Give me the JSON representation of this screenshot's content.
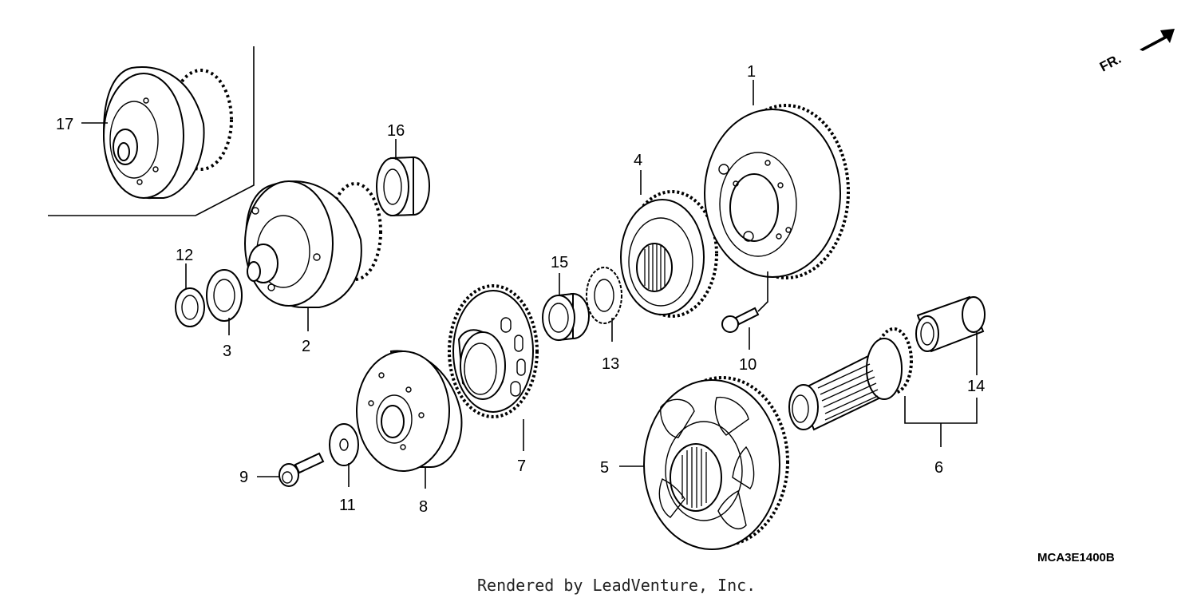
{
  "diagram": {
    "direction_label": "FR.",
    "drawing_code": "MCA3E1400B",
    "footer": "Rendered by LeadVenture, Inc.",
    "callouts": [
      "1",
      "2",
      "3",
      "4",
      "5",
      "6",
      "7",
      "8",
      "9",
      "10",
      "11",
      "12",
      "13",
      "14",
      "15",
      "16",
      "17"
    ],
    "parts": [
      "gear-1",
      "drum-2",
      "washer-3",
      "gear-4",
      "gear-5",
      "shaft-6",
      "gear-7",
      "flange-8",
      "bolt-9",
      "bolt-10",
      "washer-11",
      "washer-12",
      "plate-13",
      "bushing-14",
      "needle-bearing-15",
      "ball-bearing-16",
      "drum-17"
    ]
  }
}
